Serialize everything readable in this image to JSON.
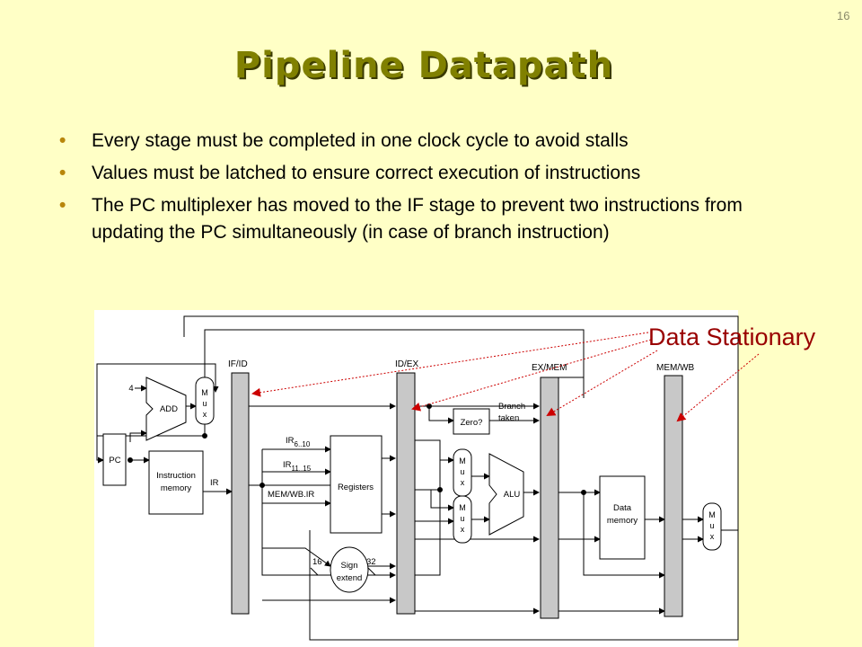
{
  "slide": {
    "number": "16",
    "title": "Pipeline Datapath",
    "bullets": [
      "Every stage must be completed in one clock cycle to avoid stalls",
      "Values must be latched to ensure correct execution of instructions",
      "The PC multiplexer has moved to the IF stage to prevent two instructions from updating the PC simultaneously (in case of branch instruction)"
    ],
    "callout": "Data Stationary"
  },
  "diagram": {
    "stages": [
      "IF/ID",
      "ID/EX",
      "EX/MEM",
      "MEM/WB"
    ],
    "units": {
      "pc": "PC",
      "add": "ADD",
      "const4": "4",
      "imem_line1": "Instruction",
      "imem_line2": "memory",
      "registers": "Registers",
      "sign_line1": "Sign",
      "sign_line2": "extend",
      "zero": "Zero?",
      "alu": "ALU",
      "dmem_line1": "Data",
      "dmem_line2": "memory",
      "mux_letters": [
        "M",
        "u",
        "x"
      ]
    },
    "labels": {
      "ir": "IR",
      "ir_6_10": "IR",
      "ir_6_10_sub": "6..10",
      "ir_11_15": "IR",
      "ir_11_15_sub": "11..15",
      "mem_wb_ir": "MEM/WB.IR",
      "branch_line1": "Branch",
      "branch_line2": "taken",
      "w16": "16",
      "w32": "32"
    }
  },
  "colors": {
    "background": "#ffffc6",
    "title": "#808000",
    "callout": "#990000",
    "latch": "#c8c8c8"
  }
}
